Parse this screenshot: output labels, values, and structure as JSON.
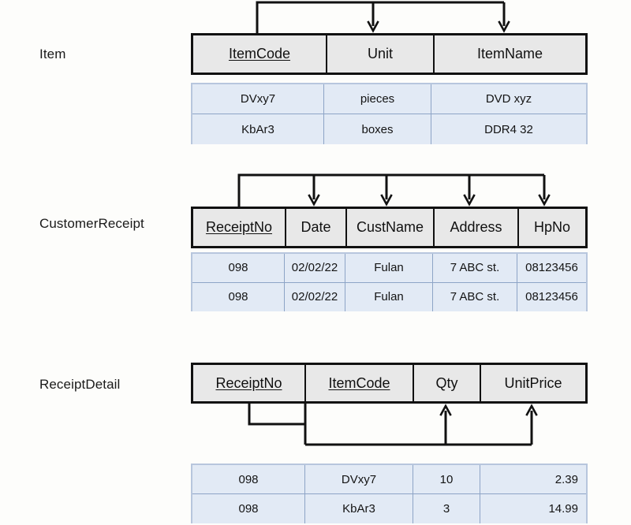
{
  "diagram": {
    "title_visible": false,
    "background": "#fdfdfb",
    "header_fill": "#e8e8e8",
    "header_stroke": "#111111",
    "data_fill": "#e2eaf5",
    "data_stroke": "#8da4c6",
    "wire_color": "#111111"
  },
  "entities": [
    {
      "name": "Item",
      "label": "Item",
      "primary_keys": [
        "ItemCode"
      ],
      "columns": [
        {
          "label": "ItemCode",
          "is_pk": true,
          "width": 170
        },
        {
          "label": "Unit",
          "is_pk": false,
          "width": 136
        },
        {
          "label": "ItemName",
          "is_pk": false,
          "width": 197
        }
      ],
      "rows": [
        [
          "DVxy7",
          "pieces",
          "DVD xyz"
        ],
        [
          "KbAr3",
          "boxes",
          "DDR4 32"
        ]
      ],
      "align": [
        "center",
        "center",
        "center"
      ]
    },
    {
      "name": "CustomerReceipt",
      "label": "CustomerReceipt",
      "primary_keys": [
        "ReceiptNo"
      ],
      "columns": [
        {
          "label": "ReceiptNo",
          "is_pk": true,
          "width": 120
        },
        {
          "label": "Date",
          "is_pk": false,
          "width": 77
        },
        {
          "label": "CustName",
          "is_pk": false,
          "width": 111
        },
        {
          "label": "Address",
          "is_pk": false,
          "width": 107
        },
        {
          "label": "HpNo",
          "is_pk": false,
          "width": 88
        }
      ],
      "rows": [
        [
          "098",
          "02/02/22",
          "Fulan",
          "7 ABC st.",
          "08123456"
        ],
        [
          "098",
          "02/02/22",
          "Fulan",
          "7 ABC st.",
          "08123456"
        ]
      ],
      "align": [
        "center",
        "center",
        "center",
        "center",
        "center"
      ]
    },
    {
      "name": "ReceiptDetail",
      "label": "ReceiptDetail",
      "primary_keys": [
        "ReceiptNo",
        "ItemCode"
      ],
      "columns": [
        {
          "label": "ReceiptNo",
          "is_pk": true,
          "width": 145
        },
        {
          "label": "ItemCode",
          "is_pk": true,
          "width": 137
        },
        {
          "label": "Qty",
          "is_pk": false,
          "width": 85
        },
        {
          "label": "UnitPrice",
          "is_pk": false,
          "width": 136
        }
      ],
      "rows": [
        [
          "098",
          "DVxy7",
          "10",
          "2.39"
        ],
        [
          "098",
          "KbAr3",
          "3",
          "14.99"
        ]
      ],
      "align": [
        "center",
        "center",
        "center",
        "right"
      ]
    }
  ],
  "connectors": [
    {
      "from": "Item.ItemCode",
      "to": "Item.Unit",
      "style": "arrow-down"
    },
    {
      "from": "Item.ItemCode",
      "to": "Item.ItemName",
      "style": "arrow-down"
    },
    {
      "from": "CustomerReceipt.ReceiptNo",
      "to": "CustomerReceipt.Date",
      "style": "arrow-down"
    },
    {
      "from": "CustomerReceipt.ReceiptNo",
      "to": "CustomerReceipt.CustName",
      "style": "arrow-down"
    },
    {
      "from": "CustomerReceipt.ReceiptNo",
      "to": "CustomerReceipt.Address",
      "style": "arrow-down"
    },
    {
      "from": "CustomerReceipt.ReceiptNo",
      "to": "CustomerReceipt.HpNo",
      "style": "arrow-down"
    },
    {
      "from": "ReceiptDetail.ReceiptNo+ItemCode",
      "to": "ReceiptDetail.Qty",
      "style": "arrow-up"
    },
    {
      "from": "ReceiptDetail.ReceiptNo+ItemCode",
      "to": "ReceiptDetail.UnitPrice",
      "style": "arrow-up"
    }
  ]
}
